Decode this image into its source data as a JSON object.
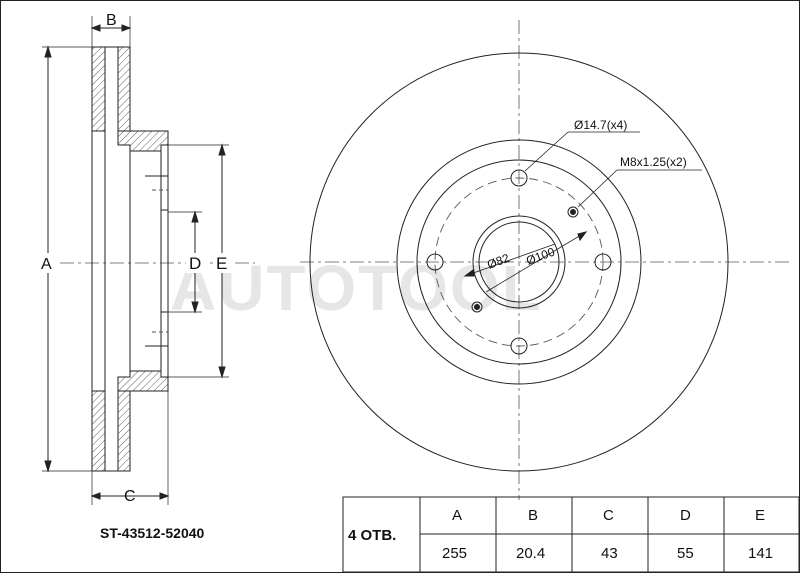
{
  "part_number": "ST-43512-52040",
  "watermark": "AUTOTOOL",
  "side_view": {
    "label_a": "A",
    "label_b": "B",
    "label_c": "C",
    "label_d": "D",
    "label_e": "E"
  },
  "front_view": {
    "hole_label": "Ø14.7(x4)",
    "thread_label": "M8x1.25(x2)",
    "bore_label": "Ø82",
    "pcd_label": "Ø100"
  },
  "spec_table": {
    "holes_label": "4 ОТВ.",
    "headers": [
      "A",
      "B",
      "C",
      "D",
      "E"
    ],
    "values": [
      "255",
      "20.4",
      "43",
      "55",
      "141"
    ]
  },
  "colors": {
    "line": "#222222",
    "dash": "#555555",
    "watermark": "#e6e6e6"
  }
}
